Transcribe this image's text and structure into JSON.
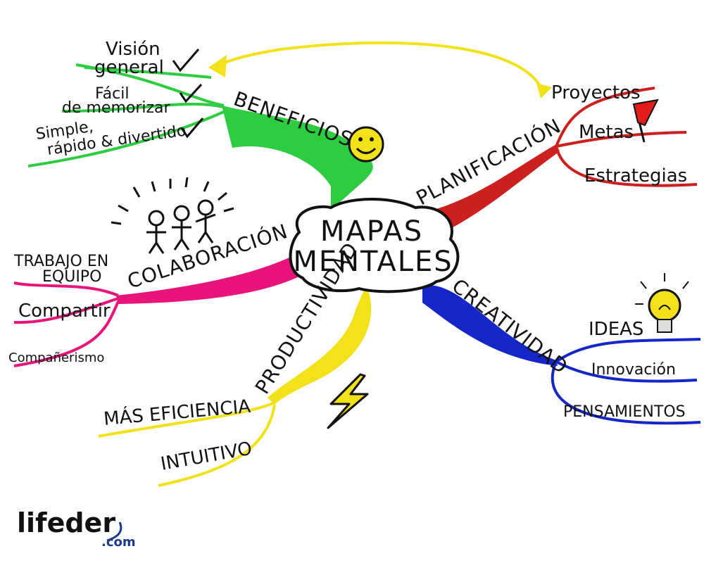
{
  "center": {
    "line1": "MAPAS",
    "line2": "MENTALES"
  },
  "branches": {
    "beneficios": {
      "label": "BENEFICIOS",
      "color": "#2ecc40",
      "items": [
        "Visión",
        "general",
        "Fácil",
        "de memorizar",
        "Simple,",
        "rápido & divertido"
      ]
    },
    "planificacion": {
      "label": "PLANIFICACIÓN",
      "color": "#cc1f1f",
      "items": [
        "Proyectos",
        "Metas",
        "Estrategias"
      ]
    },
    "colaboracion": {
      "label": "COLABORACIÓN",
      "color": "#e8147a",
      "items": [
        "TRABAJO EN",
        "EQUIPO",
        "Compartir",
        "Compañerismo"
      ]
    },
    "creatividad": {
      "label": "CREATIVIDAD",
      "color": "#1426c8",
      "items": [
        "IDEAS",
        "Innovación",
        "PENSAMIENTOS"
      ]
    },
    "productividad": {
      "label": "PRODUCTIVIDAD",
      "color": "#f2e21a",
      "items": [
        "MÁS EFICIENCIA",
        "INTUITIVO"
      ]
    }
  },
  "arrow_color": "#f2e21a",
  "icons": [
    "check-icon",
    "smiley-icon",
    "flag-icon",
    "people-icon",
    "lightbulb-icon",
    "lightning-icon"
  ],
  "logo": {
    "name": "lifeder",
    "suffix": ".com"
  }
}
